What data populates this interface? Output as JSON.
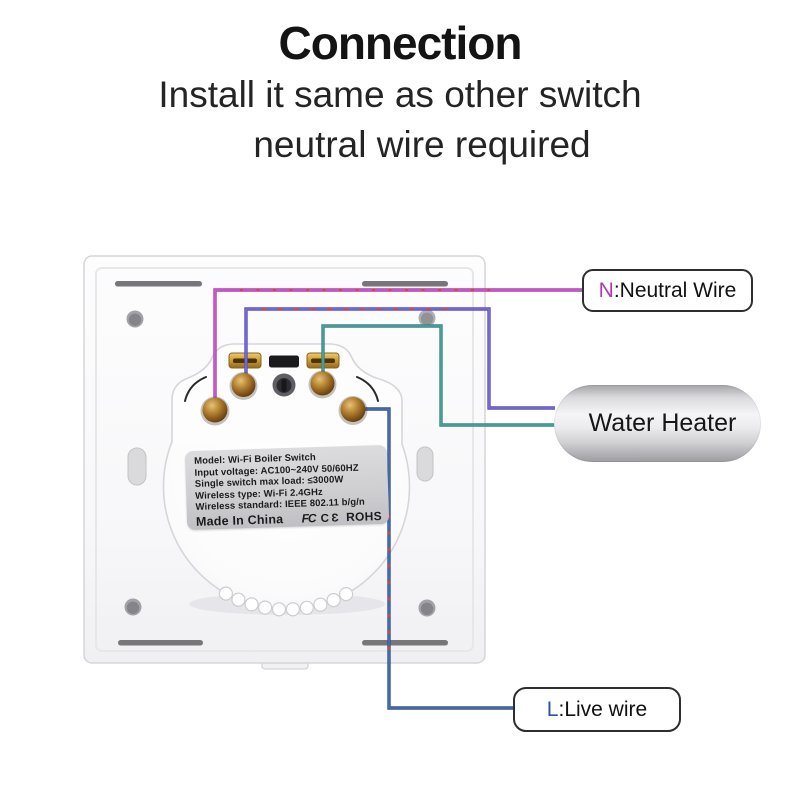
{
  "header": {
    "title": "Connection",
    "subtitle_line1": "Install it same as other switch",
    "subtitle_line2": "neutral wire required"
  },
  "switch_label": {
    "line_model": "Model:  Wi-Fi Boiler Switch",
    "line_voltage": "Input voltage:  AC100~240V  50/60HZ",
    "line_load": "Single switch max load:  ≤3000W",
    "line_wireless_type": "Wireless type:  Wi-Fi 2.4GHz",
    "line_wireless_std": "Wireless standard:  IEEE 802.11 b/g/n",
    "made_in": "Made In China",
    "cert_fcc": "FC",
    "cert_ce": "CƐ",
    "cert_rohs": "ROHS"
  },
  "callouts": {
    "neutral_prefix": "N",
    "neutral_text": ":Neutral Wire",
    "live_prefix": "L",
    "live_text": ":Live wire",
    "water_heater": "Water Heater"
  },
  "colors": {
    "neutral_wire": "#b13ab1",
    "neutral_wire_core": "#d473d4",
    "load_wire_purple": "#5a4fc2",
    "load_wire_purple_core": "#857cdb",
    "load_wire_teal": "#348787",
    "load_wire_teal_core": "#5fa8a8",
    "live_wire": "#31548f",
    "live_wire_core": "#5d7cba",
    "dash_overlay": "#e0413a"
  }
}
